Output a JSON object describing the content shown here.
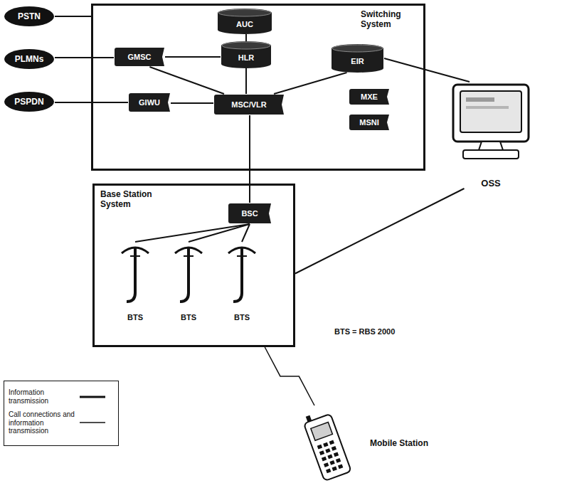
{
  "diagram": {
    "nodes": [
      {
        "text": [
          "PSTN"
        ]
      },
      {
        "text": [
          "PLMNs"
        ]
      },
      {
        "text": [
          "PSPDN"
        ]
      },
      {
        "text": [
          "Switching System"
        ]
      },
      {
        "text": [
          "AUC"
        ],
        "in": 3
      },
      {
        "text": [
          "HLR"
        ],
        "in": 3
      },
      {
        "text": [
          "EIR"
        ],
        "in": 3
      },
      {
        "text": [
          "GMSC"
        ],
        "in": 3
      },
      {
        "text": [
          "GIWU"
        ],
        "in": 3
      },
      {
        "text": [
          "MSC/VLR"
        ],
        "in": 3
      },
      {
        "text": [
          "MXE"
        ],
        "in": 3
      },
      {
        "text": [
          "MSNI"
        ],
        "in": 3
      },
      {
        "text": [
          "OSS"
        ]
      },
      {
        "text": [
          "Base Station System"
        ]
      },
      {
        "text": [
          "BSC"
        ],
        "in": 13
      },
      {
        "text": [
          "BTS"
        ],
        "in": 13
      },
      {
        "text": [
          "BTS"
        ],
        "in": 13
      },
      {
        "text": [
          "BTS"
        ],
        "in": 13
      },
      {
        "text": [
          "Mobile Station"
        ]
      }
    ],
    "edges": [
      {
        "from": 0,
        "to": 3,
        "arrow": "none"
      },
      {
        "from": 1,
        "to": 7,
        "arrow": "none"
      },
      {
        "from": 2,
        "to": 8,
        "arrow": "none"
      },
      {
        "from": 7,
        "to": 9,
        "arrow": "none"
      },
      {
        "from": 4,
        "to": 5,
        "arrow": "none"
      },
      {
        "from": 5,
        "to": 9,
        "arrow": "none"
      },
      {
        "from": 6,
        "to": 9,
        "arrow": "none"
      },
      {
        "from": 8,
        "to": 9,
        "arrow": "none"
      },
      {
        "from": 7,
        "to": 5,
        "arrow": "none"
      },
      {
        "from": 6,
        "to": 12,
        "arrow": "none"
      },
      {
        "from": 9,
        "to": 14,
        "arrow": "none"
      },
      {
        "from": 14,
        "to": 15,
        "arrow": "none"
      },
      {
        "from": 14,
        "to": 16,
        "arrow": "none"
      },
      {
        "from": 14,
        "to": 17,
        "arrow": "none"
      },
      {
        "from": 12,
        "to": 13,
        "arrow": "none"
      },
      {
        "from": 13,
        "to": 18,
        "arrow": "none"
      }
    ],
    "labels": [
      "BTS = RBS 2000"
    ],
    "legend": [
      {
        "text": "Information transmission"
      },
      {
        "text": "Call connections and information transmission"
      }
    ]
  }
}
